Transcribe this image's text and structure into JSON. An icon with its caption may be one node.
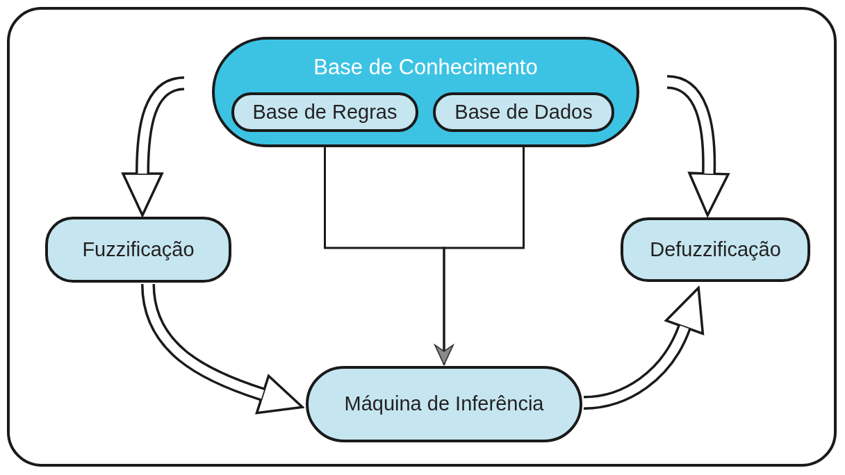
{
  "diagram": {
    "nodes": [
      {
        "text": [
          "Base de Conhecimento"
        ]
      },
      {
        "text": [
          "Base de Regras"
        ],
        "in": 0
      },
      {
        "text": [
          "Base de Dados"
        ],
        "in": 0
      },
      {
        "text": [
          "Fuzzificação"
        ]
      },
      {
        "text": [
          "Máquina de Inferência"
        ]
      },
      {
        "text": [
          "Defuzzificação"
        ]
      }
    ],
    "edges": [
      {
        "from": null,
        "to": 3,
        "arrow": "to"
      },
      {
        "from": 3,
        "to": 4,
        "arrow": "to"
      },
      {
        "from": 4,
        "to": 5,
        "arrow": "to"
      },
      {
        "from": null,
        "to": 5,
        "arrow": "to"
      },
      {
        "from": 1,
        "to": 4,
        "arrow": "to"
      },
      {
        "from": 2,
        "to": 4,
        "arrow": "to"
      }
    ]
  }
}
